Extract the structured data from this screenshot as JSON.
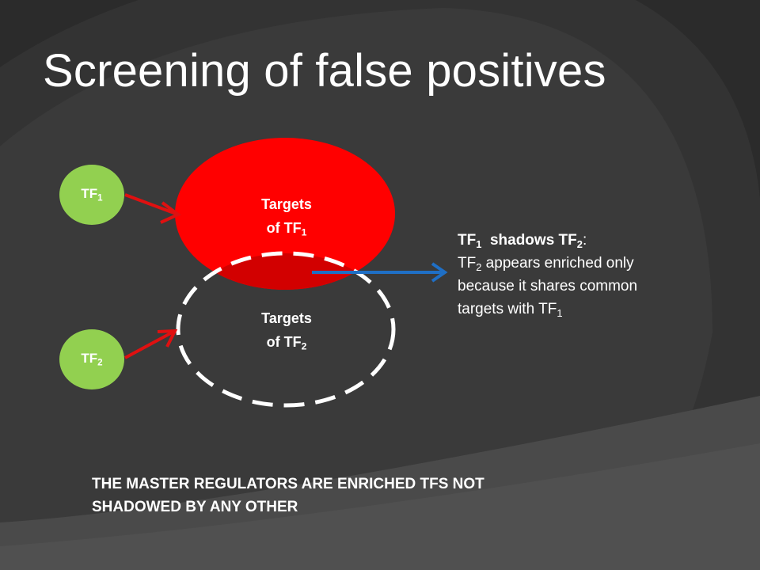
{
  "slide": {
    "title": "Screening of false positives"
  },
  "nodes": {
    "tf1": {
      "base": "TF",
      "sub": "1"
    },
    "tf2": {
      "base": "TF",
      "sub": "2"
    }
  },
  "targets": {
    "tf1": {
      "line1": "Targets",
      "prefix": "of  TF",
      "sub": "1"
    },
    "tf2": {
      "line1": "Targets",
      "prefix": "of  TF",
      "sub": "2"
    }
  },
  "note": {
    "head_a": "TF",
    "head_a_sub": "1",
    "head_mid": "  shadows TF",
    "head_b_sub": "2",
    "head_colon": ":",
    "line1_a": "TF",
    "line1_sub": "2",
    "line1_rest": " appears enriched only",
    "line2": "because it shares common",
    "line3_a": "targets with TF",
    "line3_sub": "1"
  },
  "footer": {
    "line1": "THE MASTER REGULATORS ARE ENRICHED TFS NOT",
    "line2": "SHADOWED BY ANY OTHER"
  },
  "colors": {
    "background": "#2b2b2b",
    "tf_node": "#92d050",
    "target_set": "#ff0000",
    "arrow_red": "#e01010",
    "arrow_blue": "#1f6fc5",
    "dashed_outline": "#ffffff"
  }
}
